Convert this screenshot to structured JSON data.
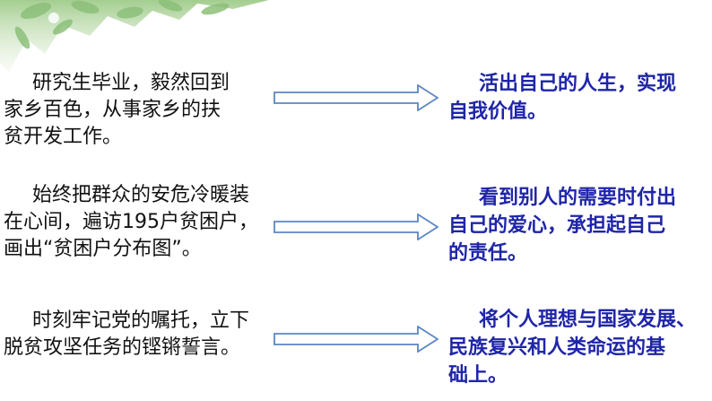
{
  "rows": [
    {
      "left": [
        "研究生毕业，毅然回到",
        "家乡百色，从事家乡的扶",
        "贫开发工作。"
      ],
      "right": [
        "活出自己的人生，实现",
        "自我价值。"
      ]
    },
    {
      "left": [
        "始终把群众的安危冷暖装",
        "在心间，遍访195户贫困户，",
        "画出“贫困户分布图”。"
      ],
      "right": [
        "看到别人的需要时付出",
        "自己的爱心，承担起自己",
        "的责任。"
      ]
    },
    {
      "left": [
        "时刻牢记党的嘱托，立下",
        "脱贫攻坚任务的铿锵誓言。"
      ],
      "right": [
        "将个人理想与国家发展、",
        "民族复兴和人类命运的基",
        "础上。"
      ]
    }
  ],
  "colors": {
    "right_text": "#1f25a8",
    "arrow_fill": "#ffffff",
    "arrow_stroke": "#5b86c3",
    "leaf": "#b9d7a6"
  },
  "icons": {
    "arrow": "right-arrow-icon",
    "decoration": "leaf-decoration-icon"
  }
}
